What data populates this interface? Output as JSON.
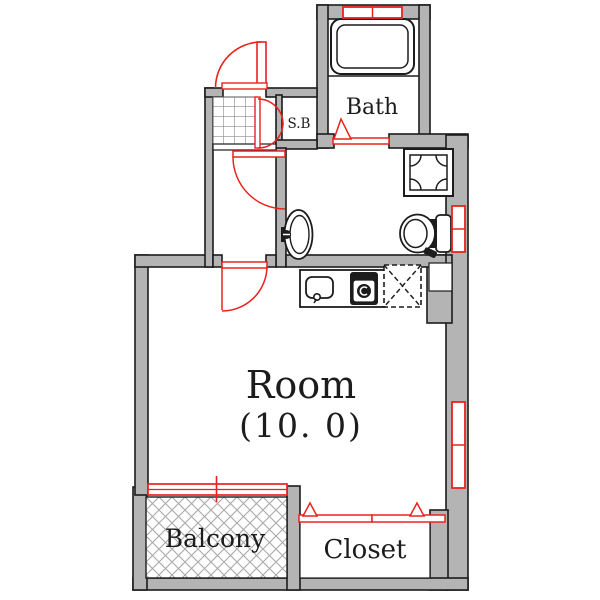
{
  "title": "Apartment floor plan",
  "colors": {
    "accent_red": "#e8231d",
    "wall_gray": "#b4b4b4",
    "outline": "#1c1c1c",
    "hatch_gray": "#a9a9a9",
    "tile_gray": "#8a8a8a"
  },
  "rooms": {
    "bath": {
      "label": "Bath"
    },
    "shoe_box": {
      "label": "S.B"
    },
    "main_room": {
      "label": "Room",
      "size_label": "(10. 0)"
    },
    "balcony": {
      "label": "Balcony"
    },
    "closet": {
      "label": "Closet"
    }
  },
  "icons": [
    "bathtub-icon",
    "washing-machine-pan-icon",
    "toilet-icon",
    "washbasin-icon",
    "kitchen-sink-icon",
    "gas-stove-icon",
    "refrigerator-space-icon",
    "entry-door-icon",
    "shoe-box-doors-icon",
    "hall-door-icon",
    "room-door-icon",
    "bath-folding-door-icon",
    "closet-folding-door-icon",
    "sliding-window-icon"
  ]
}
